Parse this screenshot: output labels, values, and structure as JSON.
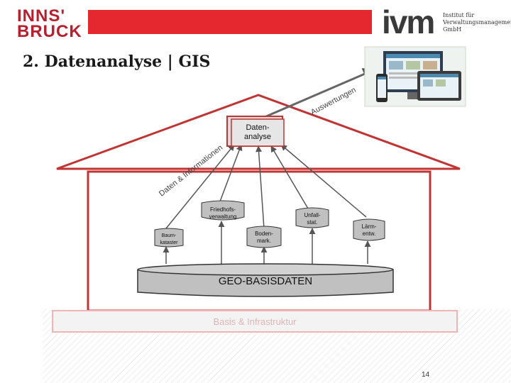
{
  "header": {
    "uni_logo_line1": "INNS'",
    "uni_logo_line2": "BRUCK",
    "ivm_logo": "ivm",
    "ivm_subtitle_line1": "Institut für",
    "ivm_subtitle_line2": "Verwaltungsmanagement",
    "ivm_subtitle_line3": "GmbH"
  },
  "title": "2. Datenanalyse | GIS",
  "diagram": {
    "analysis_box_line1": "Daten-",
    "analysis_box_line2": "analyse",
    "roof_label": "Daten & Informationen",
    "evaluation_label": "Auswertungen",
    "app_boxes": {
      "cemetery_line1": "Friedhofs-",
      "cemetery_line2": "verwaltung",
      "accident_line1": "Unfall-",
      "accident_line2": "stat.",
      "tree_line1": "Baum-",
      "tree_line2": "kataster",
      "soil_line1": "Boden-",
      "soil_line2": "mark.",
      "noise_line1": "Lärm-",
      "noise_line2": "entw."
    },
    "database_label": "GEO-BASISDATEN",
    "base_label": "Basis & Infrastruktur"
  },
  "colors": {
    "accent_red": "#e5272f",
    "logo_red": "#b51f2e",
    "house_border": "#c13434",
    "box_fill": "#c0c0c0"
  },
  "page_number": "14"
}
